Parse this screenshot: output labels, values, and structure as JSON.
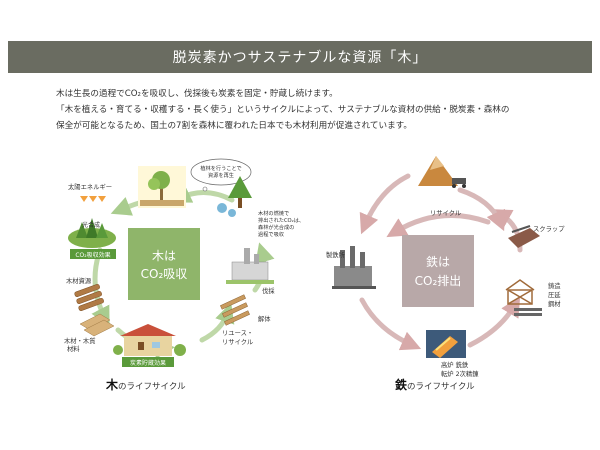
{
  "header": {
    "title": "脱炭素かつサステナブルな資源「木」"
  },
  "intro": {
    "line1": "木は生長の過程でCO₂を吸収し、伐採後も炭素を固定・貯蔵し続けます。",
    "line2": "「木を植える・育てる・収穫する・長く使う」というサイクルによって、サステナブルな資材の供給・脱炭素・森林の",
    "line3": "保全が可能となるため、国土の7割を森林に覆われた日本でも木材利用が促進されています。"
  },
  "wood_cycle": {
    "center_line1": "木は",
    "center_line2": "CO₂吸収",
    "bubble_line1": "植林を行うことで",
    "bubble_line2": "資源を再生",
    "solar_label": "太陽エネルギー",
    "photosynthesis_label": "光合成",
    "co2_absorb_badge": "CO₂吸収効果",
    "timber_resource_label": "木材資源",
    "lumber_line1": "木材・木質",
    "lumber_line2": "材料",
    "carbon_storage_badge": "炭素貯蔵効果",
    "reuse_line1": "リユース・",
    "reuse_line2": "リサイクル",
    "dismantle_label": "解体",
    "felling_label": "伐採",
    "emission_line1": "木材の燃焼で",
    "emission_line2": "排出されたCO₂は、",
    "emission_line3": "森林が光合成の",
    "emission_line4": "過程で吸収",
    "caption_big": "木",
    "caption_small": "のライフサイクル"
  },
  "iron_cycle": {
    "center_line1": "鉄は",
    "center_line2": "CO₂排出",
    "recycle_label": "リサイクル",
    "scrap_label": "スクラップ",
    "steelworks_label": "製鉄所",
    "casting_line1": "鋳造",
    "casting_line2": "圧延",
    "casting_line3": "鋼材",
    "furnace_line1": "高炉 銑鉄",
    "furnace_line2": "転炉 2次精錬",
    "caption_big": "鉄",
    "caption_small": "のライフサイクル"
  },
  "colors": {
    "header_bg": "#6a6c61",
    "wood_center": "#8fb56a",
    "wood_arrow": "#bfd8a8",
    "badge_green": "#5a9a3a",
    "iron_center": "#b8a8a8",
    "iron_arrow": "#d8b8b8"
  }
}
